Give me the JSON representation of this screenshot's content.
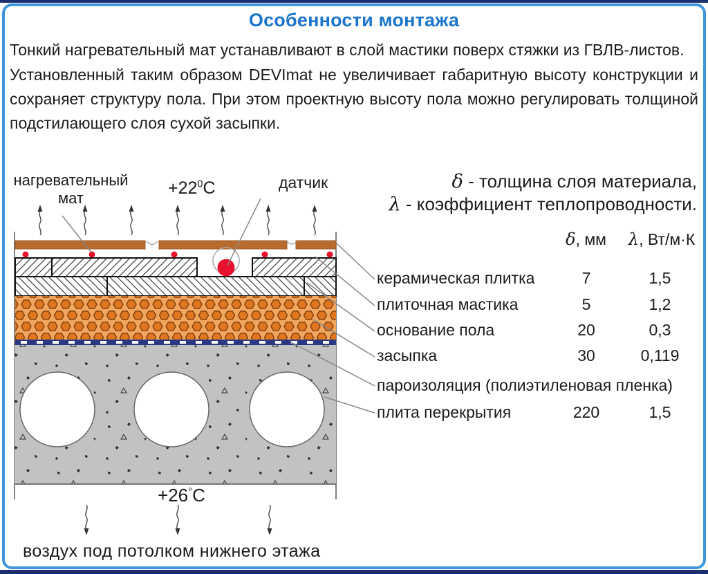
{
  "title": "Особенности монтажа",
  "intro": {
    "p1": "Тонкий нагревательный мат устанавливают в слой мастики поверх стяжки из ГВЛВ-листов.",
    "p2": "Установленный таким образом DEVImat не увеличивает габаритную высоту конструкции и сохраняет структуру пола. При этом проектную высоту пола можно регулировать толщиной подстилающего слоя сухой засыпки."
  },
  "legend": {
    "l1_sym": "δ",
    "l1_text": " - толщина слоя материала,",
    "l2_sym": "λ",
    "l2_text": " - коэффициент теплопроводности."
  },
  "diagram": {
    "labels": {
      "heating_mat": "нагревательный мат",
      "sensor": "датчик",
      "temp_top": {
        "value": "+22",
        "deg": "0",
        "unit": "C"
      },
      "temp_bottom": {
        "value": "+26",
        "deg": "°",
        "unit": "C"
      },
      "air_caption": "воздух под потолком нижнего этажа"
    },
    "colors": {
      "title_blue": "#1b75cc",
      "frame_blue": "#3f96dc",
      "edge_navy": "#1b2f6e",
      "tile_brown": "#b96b2e",
      "cable_red": "#e8112d",
      "fill_orange": "#f2a55c",
      "hexagon_orange": "#e0761e",
      "vapor_navy": "#2a3784",
      "slab_gray": "#c2c2c2"
    }
  },
  "table": {
    "header_delta_sym": "δ",
    "header_delta_unit": ", мм",
    "header_lambda_sym": "λ",
    "header_lambda_unit": ", Вт/м·К",
    "rows": [
      {
        "name": "керамическая плитка",
        "delta": "7",
        "lambda": "1,5"
      },
      {
        "name": "плиточная мастика",
        "delta": "5",
        "lambda": "1,2"
      },
      {
        "name": "основание пола",
        "delta": "20",
        "lambda": "0,3"
      },
      {
        "name": "засыпка",
        "delta": "30",
        "lambda": "0,119"
      },
      {
        "name": "пароизоляция (полиэтиленовая пленка)",
        "delta": "",
        "lambda": ""
      },
      {
        "name": "плита перекрытия",
        "delta": "220",
        "lambda": "1,5"
      }
    ]
  }
}
